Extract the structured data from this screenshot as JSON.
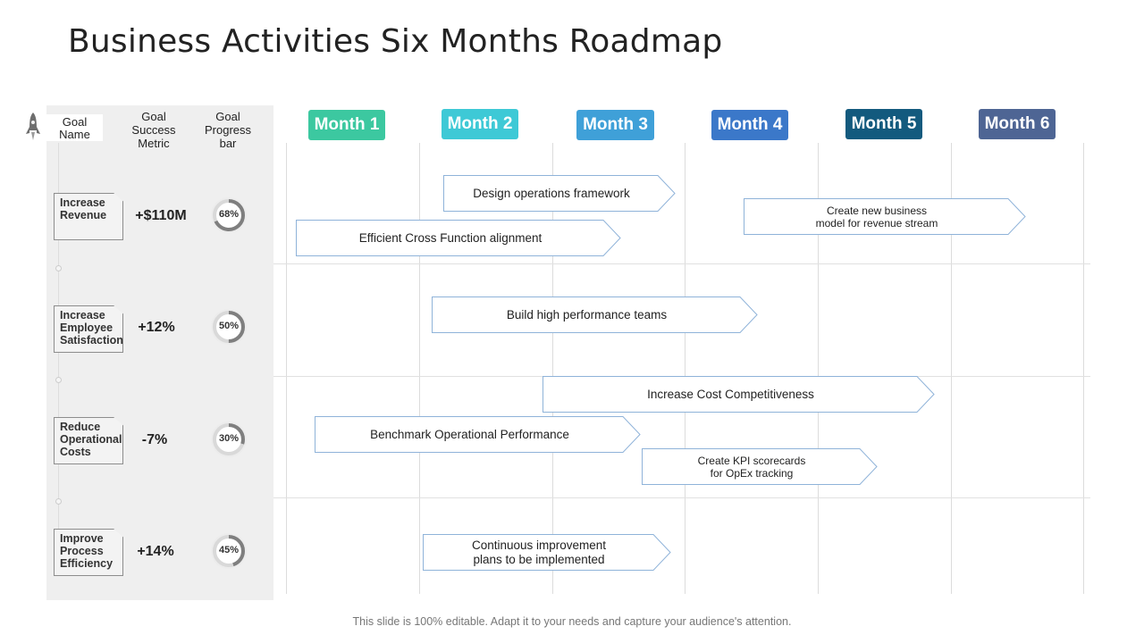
{
  "title": "Business Activities Six Months Roadmap",
  "header": {
    "goal_name": "Goal Name",
    "goal_success_metric": "Goal Success Metric",
    "goal_progress_bar": "Goal Progress bar"
  },
  "months": [
    {
      "label": "Month 1",
      "color": "#3cc8a0"
    },
    {
      "label": "Month 2",
      "color": "#3ec9d6"
    },
    {
      "label": "Month 3",
      "color": "#3fa0d8"
    },
    {
      "label": "Month 4",
      "color": "#3b78c9"
    },
    {
      "label": "Month 5",
      "color": "#135a7e"
    },
    {
      "label": "Month 6",
      "color": "#4e6594"
    }
  ],
  "goals": [
    {
      "name": "Increase Revenue",
      "metric": "+$110M",
      "progress_label": "68%",
      "progress": 0.68
    },
    {
      "name": "Increase Employee Satisfaction",
      "metric": "+12%",
      "progress_label": "50%",
      "progress": 0.5
    },
    {
      "name": "Reduce Operational Costs",
      "metric": "-7%",
      "progress_label": "30%",
      "progress": 0.3
    },
    {
      "name": "Improve Process Efficiency",
      "metric": "+14%",
      "progress_label": "45%",
      "progress": 0.45
    }
  ],
  "tasks": {
    "design_ops": "Design operations framework",
    "new_business_model": "Create new business\nmodel for revenue stream",
    "cross_function": "Efficient Cross Function alignment",
    "high_perf_teams": "Build high performance teams",
    "cost_comp": "Increase Cost Competitiveness",
    "benchmark": "Benchmark Operational  Performance",
    "kpi": "Create KPI scorecards\nfor OpEx tracking",
    "continuous": "Continuous improvement\nplans to be implemented"
  },
  "footer": "This slide is 100% editable. Adapt it to your needs and capture your audience's attention.",
  "colors": {
    "arrow_border": "#8fb3d9",
    "panel": "#efefef",
    "progress_track": "#d9d9d9",
    "progress_fill": "#7f7f7f"
  }
}
